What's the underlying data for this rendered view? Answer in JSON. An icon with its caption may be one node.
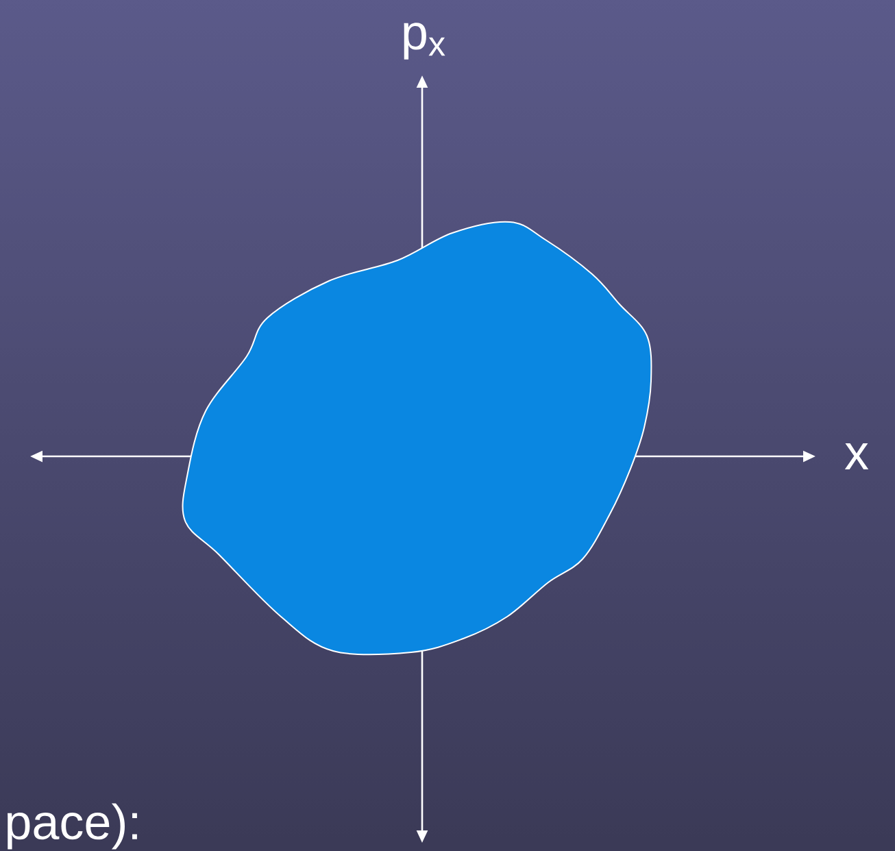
{
  "diagram": {
    "labels": [
      "p$_{x}$",
      "x",
      "pace):"
    ]
  }
}
